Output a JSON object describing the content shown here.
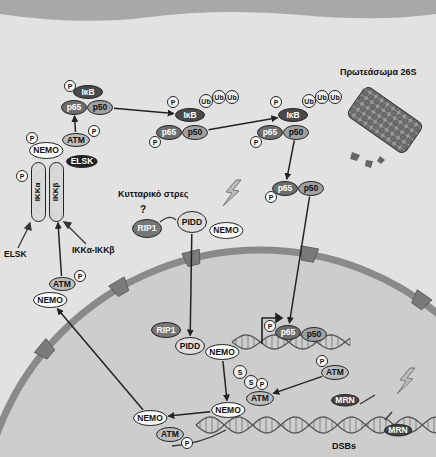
{
  "diagram": {
    "nodes": [
      {
        "text": [
          "IκB"
        ]
      },
      {
        "text": [
          "P"
        ]
      },
      {
        "text": [
          "p65"
        ]
      },
      {
        "text": [
          "p50"
        ]
      },
      {
        "text": [
          "P"
        ]
      },
      {
        "text": [
          "IκB"
        ]
      },
      {
        "text": [
          "Ub"
        ]
      },
      {
        "text": [
          "Ub"
        ]
      },
      {
        "text": [
          "Ub"
        ]
      },
      {
        "text": [
          "P"
        ]
      },
      {
        "text": [
          "p65"
        ]
      },
      {
        "text": [
          "p50"
        ]
      },
      {
        "text": [
          "P"
        ]
      },
      {
        "text": [
          "IκB"
        ]
      },
      {
        "text": [
          "Ub"
        ]
      },
      {
        "text": [
          "Ub"
        ]
      },
      {
        "text": [
          "Ub"
        ]
      },
      {
        "text": [
          "P"
        ]
      },
      {
        "text": [
          "p65"
        ]
      },
      {
        "text": [
          "p50"
        ]
      },
      {
        "text": [
          "P"
        ]
      },
      {
        "text": [
          "p65"
        ]
      },
      {
        "text": [
          "p50"
        ]
      },
      {
        "text": [
          "NEMO"
        ]
      },
      {
        "text": [
          "P"
        ]
      },
      {
        "text": [
          "ATM"
        ]
      },
      {
        "text": [
          "P"
        ]
      },
      {
        "text": [
          "ELSK"
        ]
      },
      {
        "text": [
          "IKKα"
        ]
      },
      {
        "text": [
          "IKKβ"
        ]
      },
      {
        "text": [
          "P"
        ]
      },
      {
        "text": [
          "RIP1"
        ]
      },
      {
        "text": [
          "PIDD"
        ]
      },
      {
        "text": [
          "NEMO"
        ]
      },
      {
        "text": [
          "NEMO"
        ]
      },
      {
        "text": [
          "ATM"
        ]
      },
      {
        "text": [
          "P"
        ]
      },
      {
        "text": [
          "RIP1"
        ]
      },
      {
        "text": [
          "PIDD"
        ]
      },
      {
        "text": [
          "NEMO"
        ]
      },
      {
        "text": [
          "S"
        ]
      },
      {
        "text": [
          "S"
        ]
      },
      {
        "text": [
          "NEMO"
        ]
      },
      {
        "text": [
          "ATM"
        ]
      },
      {
        "text": [
          "P"
        ]
      },
      {
        "text": [
          "NEMO"
        ]
      },
      {
        "text": [
          "ATM"
        ]
      },
      {
        "text": [
          "P"
        ]
      },
      {
        "text": [
          "ATM"
        ]
      },
      {
        "text": [
          "P"
        ]
      },
      {
        "text": [
          "MRN"
        ]
      },
      {
        "text": [
          "MRN"
        ]
      },
      {
        "text": [
          "P"
        ]
      },
      {
        "text": [
          "p65"
        ]
      },
      {
        "text": [
          "p50"
        ]
      }
    ],
    "edges": [
      {
        "from": 25,
        "to": 2,
        "arrow": "to"
      },
      {
        "from": 3,
        "to": 5,
        "arrow": "to"
      },
      {
        "from": 11,
        "to": 13,
        "arrow": "to"
      },
      {
        "from": 19,
        "to": 21,
        "arrow": "to"
      },
      {
        "from": 22,
        "to": 53,
        "arrow": "to"
      },
      {
        "from": 32,
        "to": 38,
        "arrow": "to"
      },
      {
        "from": 39,
        "to": 42,
        "arrow": "to"
      },
      {
        "from": 48,
        "to": 43,
        "arrow": "to"
      },
      {
        "from": 42,
        "to": 45,
        "arrow": "to"
      },
      {
        "from": 45,
        "to": 34,
        "arrow": "to"
      },
      {
        "from": 35,
        "to": 29,
        "arrow": "to"
      }
    ],
    "labels": [
      "Πρωτεάσωμα 26S",
      "Κυτταρικό στρες",
      "?",
      "IKKα-IKKβ",
      "ELSK",
      "DSBs"
    ]
  }
}
